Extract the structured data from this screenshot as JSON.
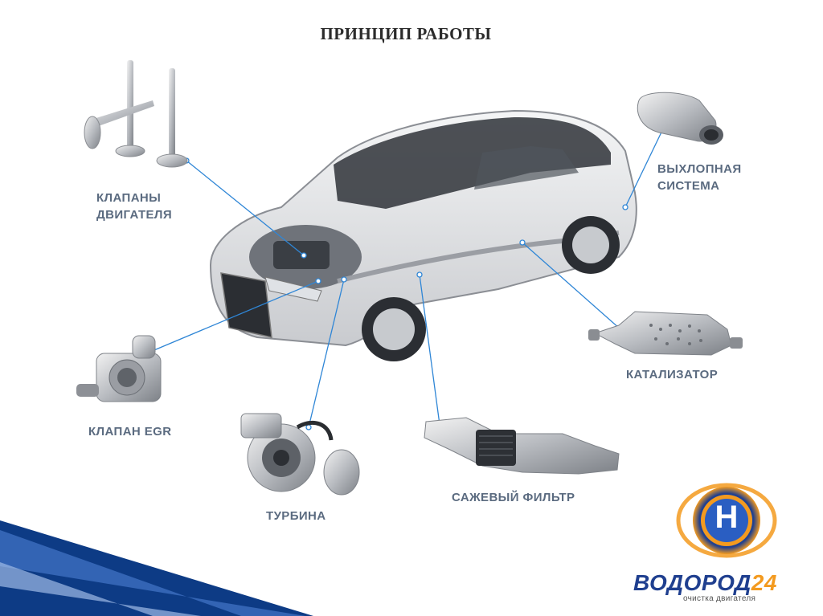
{
  "title": "ПРИНЦИП РАБОТЫ",
  "labels": {
    "valves": [
      "КЛАПАНЫ",
      "ДВИГАТЕЛЯ"
    ],
    "exhaust": [
      "ВЫХЛОПНАЯ",
      "СИСТЕМА"
    ],
    "catalyst": "КАТАЛИЗАТОР",
    "egr": "КЛАПАН EGR",
    "turbine": "ТУРБИНА",
    "soot_filter": "САЖЕВЫЙ ФИЛЬТР"
  },
  "logo": {
    "letter": "H",
    "name_main": "ВОДОРОД",
    "name_num": "24",
    "tagline": "очистка двигателя"
  },
  "colors": {
    "pointer_line": "#2f86d6",
    "label_text": "#5b6b80",
    "logo_blue": "#1f3f8f",
    "logo_orange": "#f39a1f",
    "slide_accent": "#1a4f9c"
  },
  "icons": [
    "engine-valves-icon",
    "muffler-icon",
    "catalytic-converter-icon",
    "egr-valve-icon",
    "turbocharger-icon",
    "particulate-filter-icon",
    "car-cutaway-icon",
    "vodorod-logo-icon"
  ]
}
